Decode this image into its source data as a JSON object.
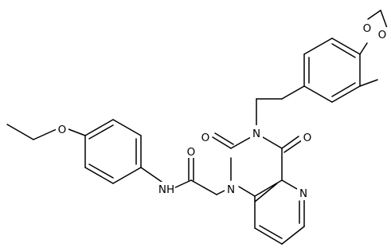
{
  "structure": {
    "atoms": [
      {
        "id": "o_dioxole_top",
        "symbol": "O"
      },
      {
        "id": "o_dioxole_bottom",
        "symbol": "O"
      },
      {
        "id": "n3",
        "symbol": "N"
      },
      {
        "id": "o_c2",
        "symbol": "O"
      },
      {
        "id": "o_c4",
        "symbol": "O"
      },
      {
        "id": "n_pyridine",
        "symbol": "N"
      },
      {
        "id": "n1",
        "symbol": "N"
      },
      {
        "id": "o_amide",
        "symbol": "O"
      },
      {
        "id": "nh_amide",
        "symbol": "N",
        "suffix": "H"
      },
      {
        "id": "o_ethoxy",
        "symbol": "O"
      }
    ]
  }
}
